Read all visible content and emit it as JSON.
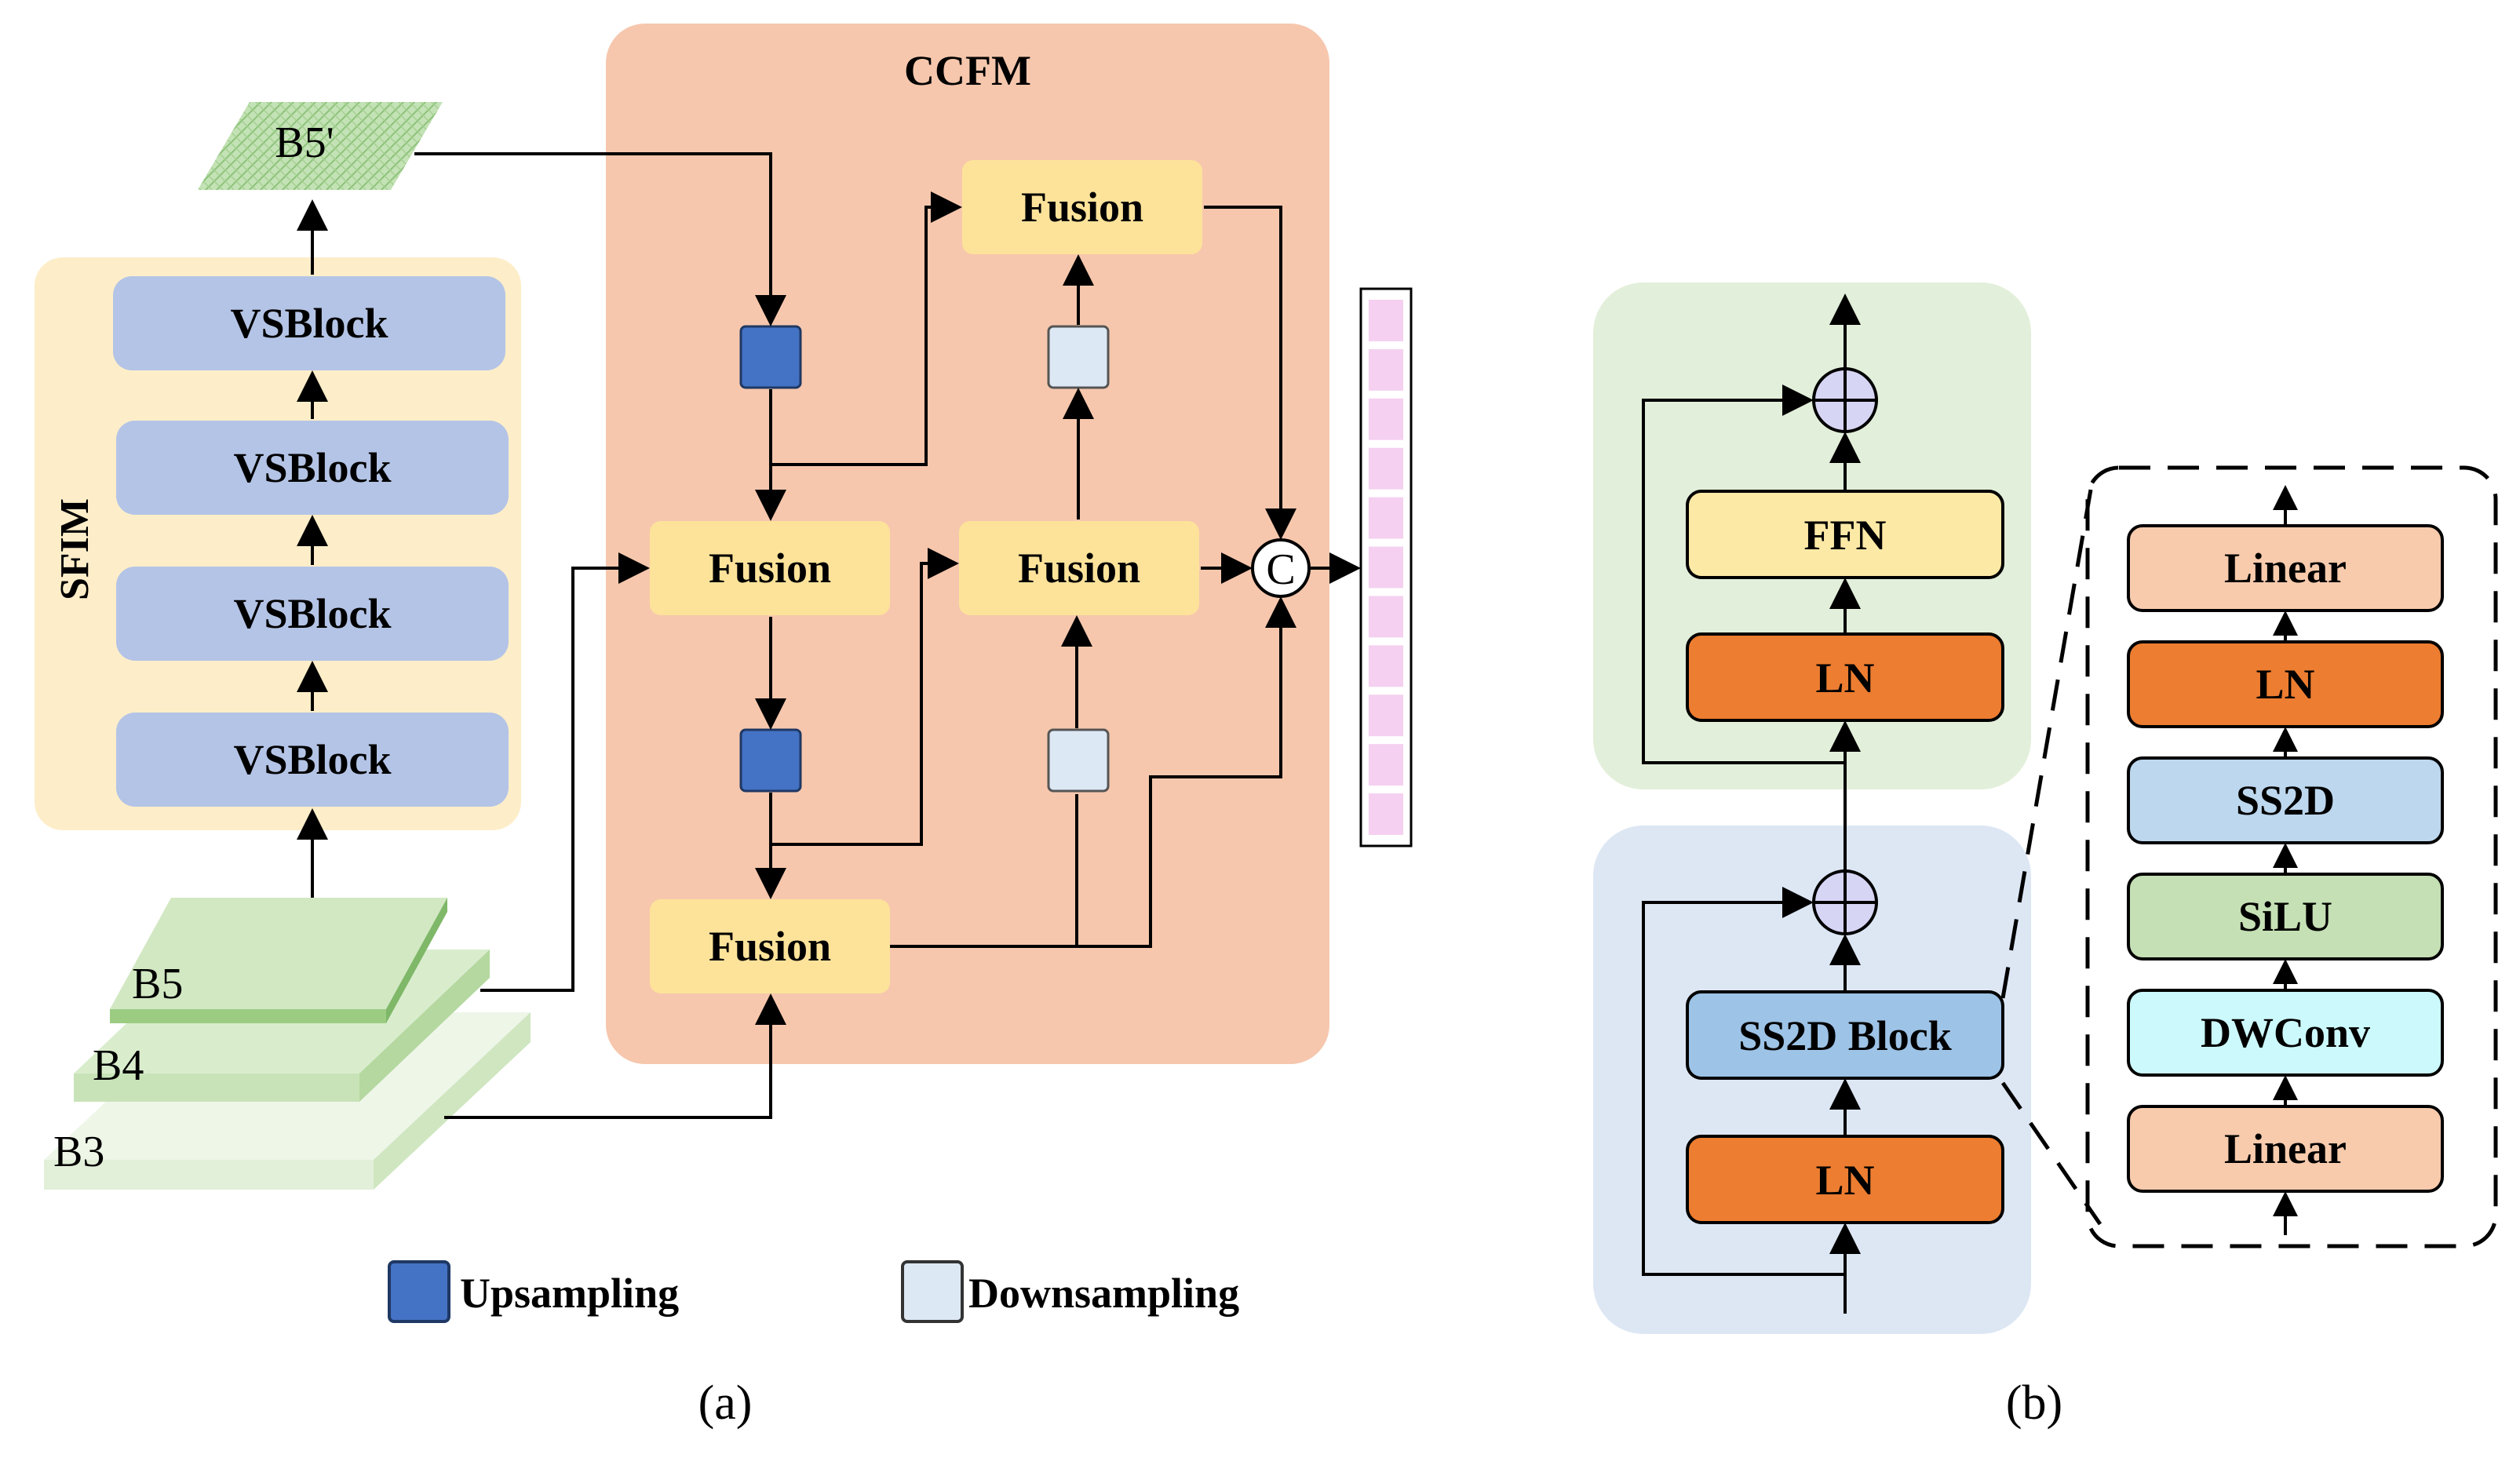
{
  "panel_a": {
    "ccfm_title": "CCFM",
    "sfim_title": "SFIM",
    "vsblocks": [
      "VSBlock",
      "VSBlock",
      "VSBlock",
      "VSBlock"
    ],
    "fusion_labels": [
      "Fusion",
      "Fusion",
      "Fusion",
      "Fusion"
    ],
    "layers": {
      "b5_prime": "B5'",
      "b5": "B5",
      "b4": "B4",
      "b3": "B3"
    },
    "concat_symbol": "C",
    "legend": {
      "up": "Upsampling",
      "down": "Downsampling"
    },
    "caption": "(a)"
  },
  "panel_b": {
    "ffn": "FFN",
    "ln_top": "LN",
    "ss2d_block": "SS2D Block",
    "ln_bottom": "LN",
    "detail": [
      "Linear",
      "LN",
      "SS2D",
      "SiLU",
      "DWConv",
      "Linear"
    ],
    "caption": "(b)"
  },
  "colors": {
    "ccfm_bg": "#f6c7ad",
    "sfim_bg": "#fdeec9",
    "vsblock": "#b4c4e6",
    "fusion": "#fde39a",
    "upsample": "#4472c4",
    "downsample": "#dde8f5",
    "green_bg": "#e2efda",
    "blue_bg": "#dde7f4",
    "ffn": "#fde9a6",
    "ln": "#ed7d31",
    "ss2d_block": "#9dc3e6",
    "linear": "#f8cbad",
    "ss2d": "#bdd7ee",
    "silu": "#c5e0b4",
    "dwconv": "#ccf9fb",
    "feature_cell": "#f5d0f0"
  }
}
